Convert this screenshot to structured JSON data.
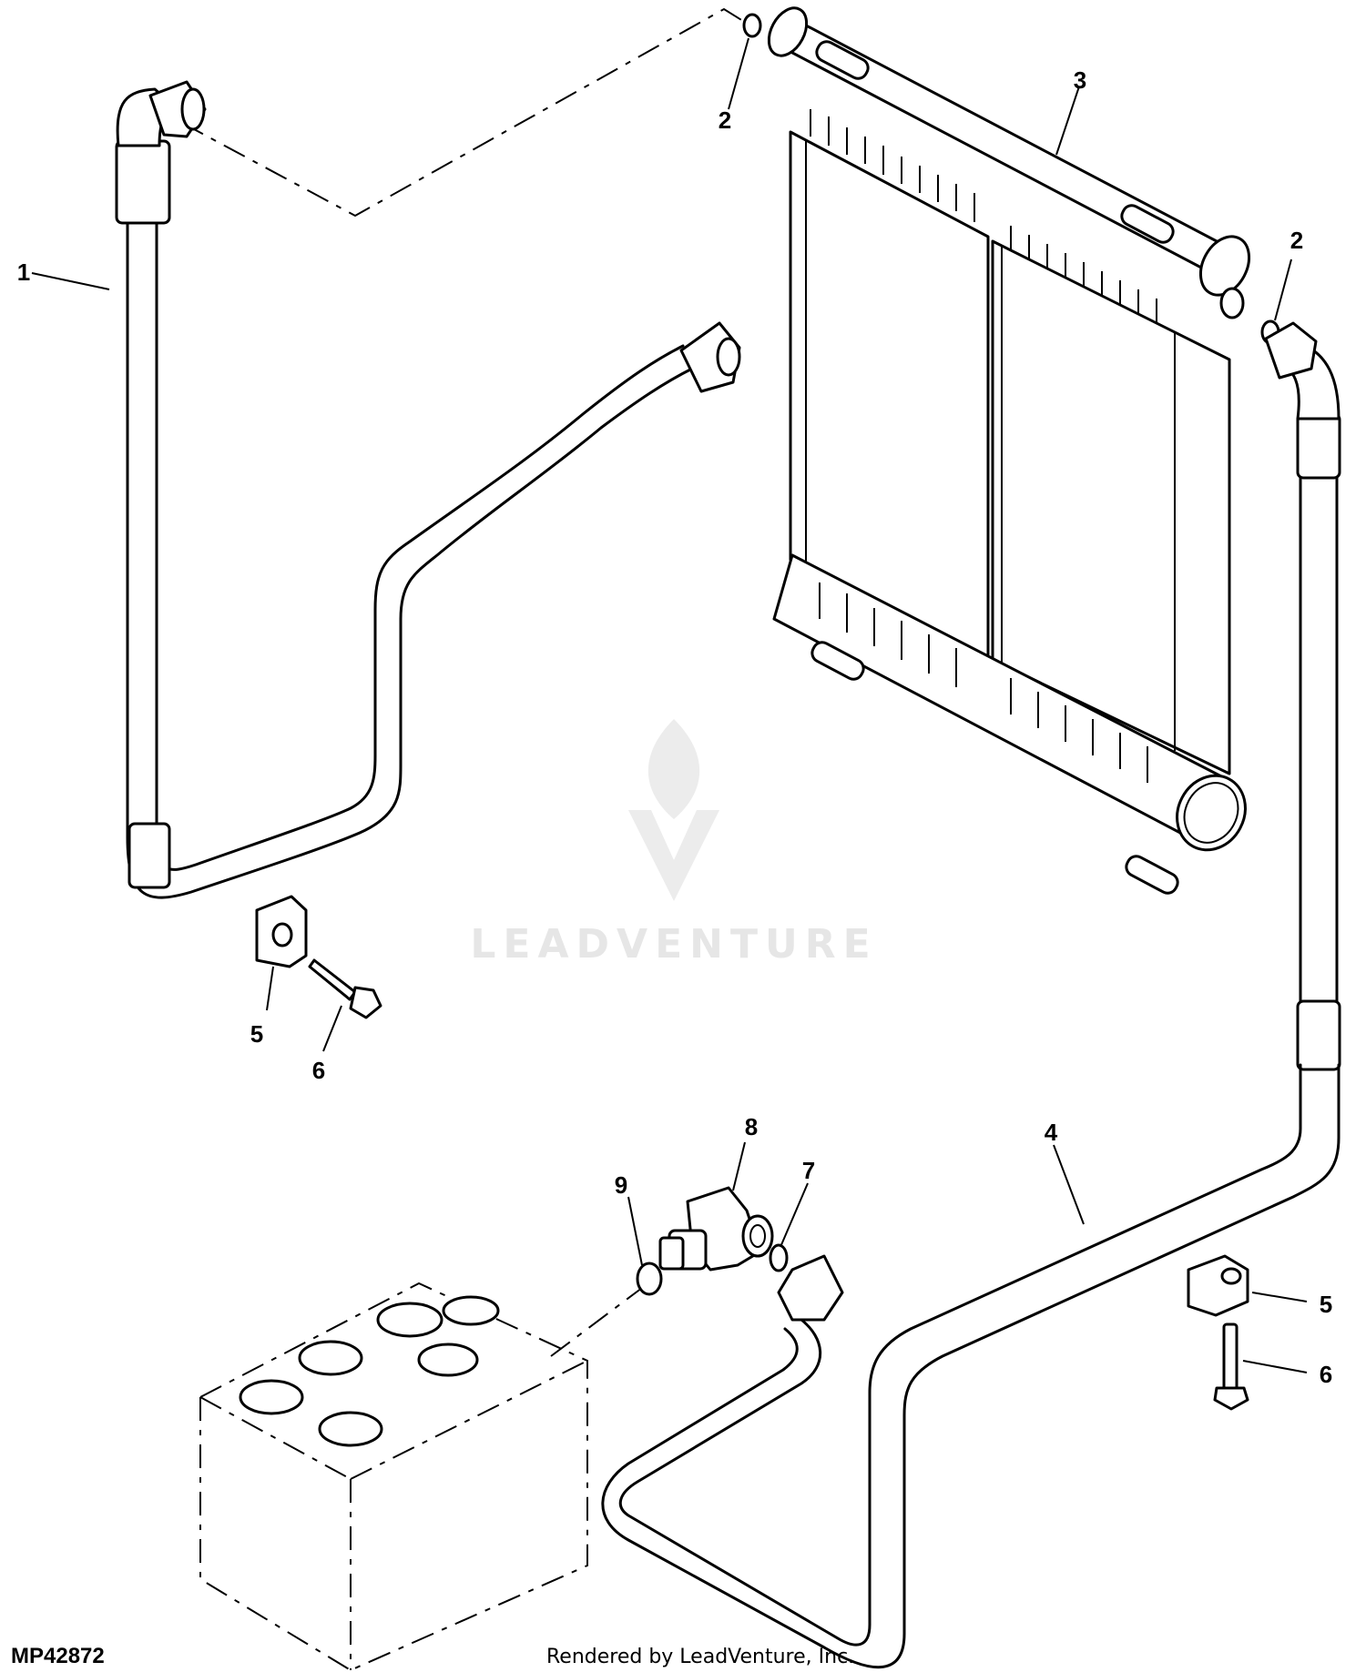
{
  "diagram": {
    "reference_code": "MP42872",
    "credit": "Rendered by LeadVenture, Inc.",
    "watermark": "LEADVENTURE",
    "callouts": [
      {
        "id": "c1",
        "label": "1"
      },
      {
        "id": "c2a",
        "label": "2"
      },
      {
        "id": "c2b",
        "label": "2"
      },
      {
        "id": "c3",
        "label": "3"
      },
      {
        "id": "c4",
        "label": "4"
      },
      {
        "id": "c5a",
        "label": "5"
      },
      {
        "id": "c5b",
        "label": "5"
      },
      {
        "id": "c6a",
        "label": "6"
      },
      {
        "id": "c6b",
        "label": "6"
      },
      {
        "id": "c7",
        "label": "7"
      },
      {
        "id": "c8",
        "label": "8"
      },
      {
        "id": "c9",
        "label": "9"
      }
    ]
  }
}
